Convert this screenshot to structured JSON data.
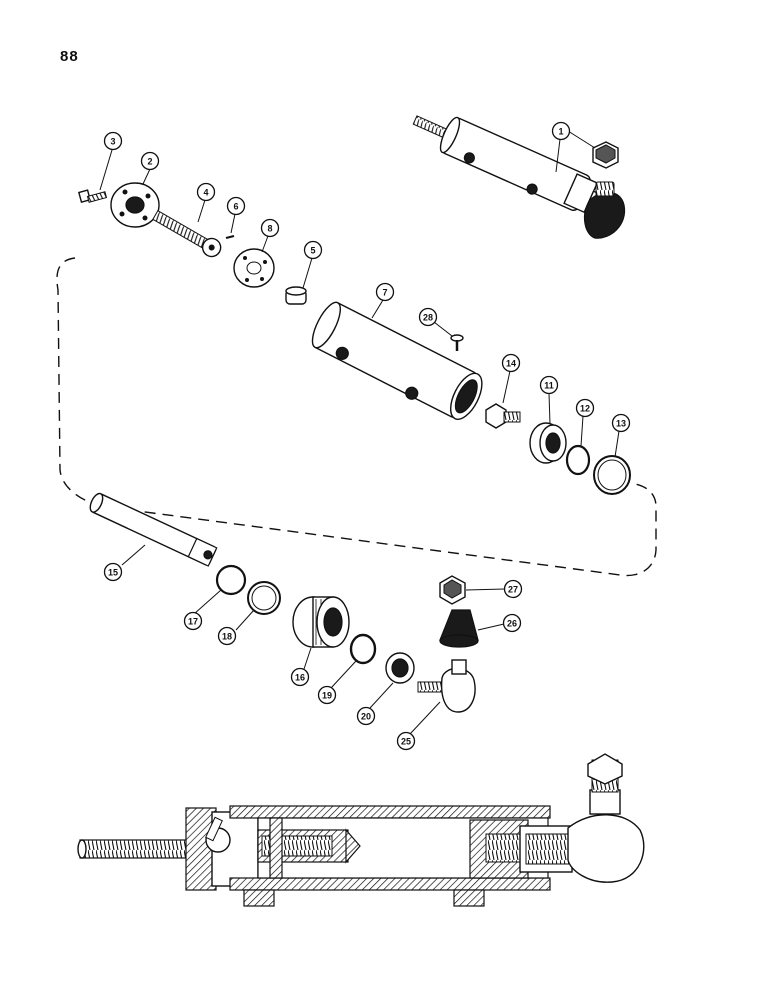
{
  "page": {
    "number": "88"
  },
  "callouts": [
    {
      "id": "1"
    },
    {
      "id": "2"
    },
    {
      "id": "3"
    },
    {
      "id": "4"
    },
    {
      "id": "5"
    },
    {
      "id": "6"
    },
    {
      "id": "7"
    },
    {
      "id": "8"
    },
    {
      "id": "11"
    },
    {
      "id": "12"
    },
    {
      "id": "13"
    },
    {
      "id": "14"
    },
    {
      "id": "15"
    },
    {
      "id": "16"
    },
    {
      "id": "17"
    },
    {
      "id": "18"
    },
    {
      "id": "19"
    },
    {
      "id": "20"
    },
    {
      "id": "25"
    },
    {
      "id": "26"
    },
    {
      "id": "27"
    },
    {
      "id": "28"
    }
  ]
}
